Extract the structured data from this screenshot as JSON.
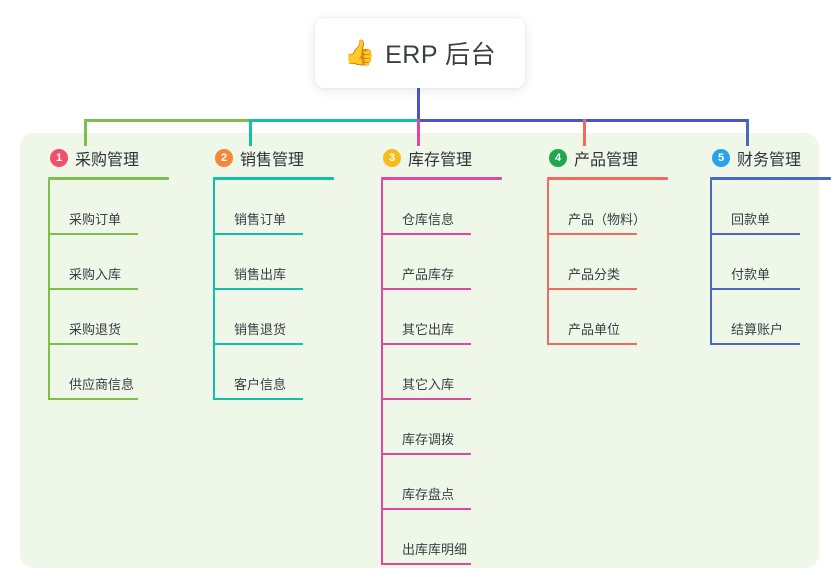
{
  "root": {
    "icon": "thumbs-up-icon",
    "icon_glyph": "👍",
    "title": "ERP 后台"
  },
  "panel": {
    "background_color": "#eef7e8"
  },
  "connectors": {
    "stem_color": "#4a55c8",
    "bus_left_color": "#7ebe4b",
    "bus_mid_color": "#13bfa6",
    "bus_right_color": "#4a55c8",
    "drop_colors": [
      "#7ebe4b",
      "#13bfa6",
      "#e0489f",
      "#f4695f",
      "#4a68c0"
    ]
  },
  "columns": [
    {
      "number": "1",
      "title": "采购管理",
      "badge_color": "#f2506a",
      "line_color": "#7ebe4b",
      "items": [
        "采购订单",
        "采购入库",
        "采购退货",
        "供应商信息"
      ]
    },
    {
      "number": "2",
      "title": "销售管理",
      "badge_color": "#f5873a",
      "line_color": "#13bfa6",
      "items": [
        "销售订单",
        "销售出库",
        "销售退货",
        "客户信息"
      ]
    },
    {
      "number": "3",
      "title": "库存管理",
      "badge_color": "#f6bb1c",
      "line_color": "#e0489f",
      "items": [
        "仓库信息",
        "产品库存",
        "其它出库",
        "其它入库",
        "库存调拨",
        "库存盘点",
        "出库库明细"
      ]
    },
    {
      "number": "4",
      "title": "产品管理",
      "badge_color": "#22a84a",
      "line_color": "#f4695f",
      "items": [
        "产品（物料）",
        "产品分类",
        "产品单位"
      ]
    },
    {
      "number": "5",
      "title": "财务管理",
      "badge_color": "#29a3e8",
      "line_color": "#4a68c0",
      "items": [
        "回款单",
        "付款单",
        "结算账户"
      ]
    }
  ]
}
